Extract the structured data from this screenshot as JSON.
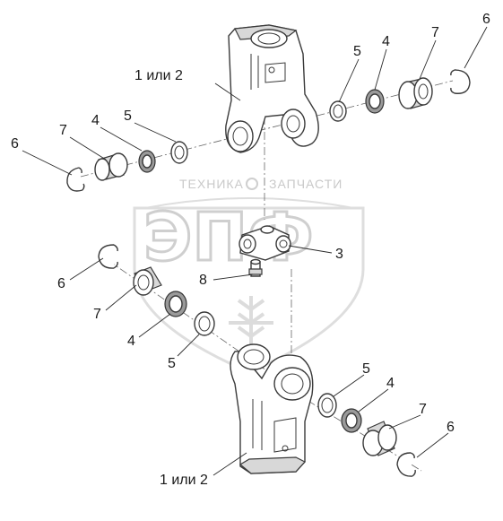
{
  "watermark": {
    "company_line": "ТЕХНИКА",
    "company_line_2": "ЗАПЧАСТИ",
    "logo_letters": "ЭПФ"
  },
  "labels": {
    "yoke_top": "1 или 2",
    "yoke_bottom": "1 или 2",
    "part_3": "3",
    "part_8": "8",
    "ring_top_right": "6",
    "bearing_top_right": "7",
    "washer4_top_right": "4",
    "washer5_top_right": "5",
    "ring_upper_left": "6",
    "bearing_upper_left": "7",
    "washer4_upper_left": "4",
    "washer5_upper_left": "5",
    "ring_mid_left": "6",
    "bearing_mid_left": "7",
    "washer4_mid_left": "4",
    "washer5_mid_left": "5",
    "washer5_bottom_right": "5",
    "washer4_bottom_right": "4",
    "bearing_bottom_right": "7",
    "ring_bottom_right": "6"
  }
}
